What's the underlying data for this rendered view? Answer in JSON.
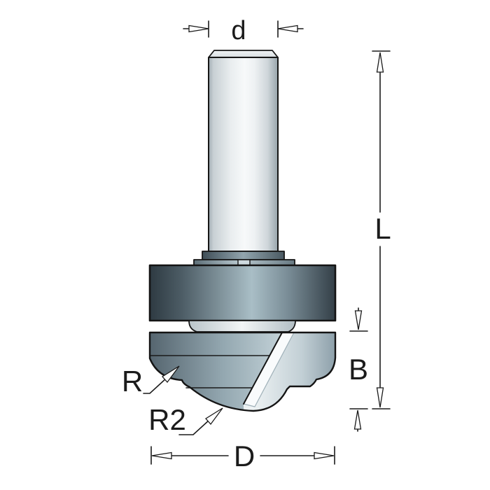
{
  "diagram": {
    "type": "technical-dimension-drawing",
    "subject": "router-bit-ogee-profile",
    "labels": {
      "shank_diameter": "d",
      "overall_length": "L",
      "cutting_length": "B",
      "cutting_diameter": "D",
      "radius_1": "R",
      "radius_2": "R2"
    },
    "colors": {
      "background": "#ffffff",
      "outline": "#161616",
      "dim_line": "#1a1a1a",
      "label_text": "#1b1b1b",
      "body_dark": "#2e3a42",
      "body_highlight": "#a9bec6",
      "shank_highlight": "#f7f9fa",
      "shank_shadow": "#97a4ab",
      "flute_face": "#f9fbfc",
      "profile_light": "#eef3f4",
      "profile_shadow": "#8da0aa"
    }
  }
}
